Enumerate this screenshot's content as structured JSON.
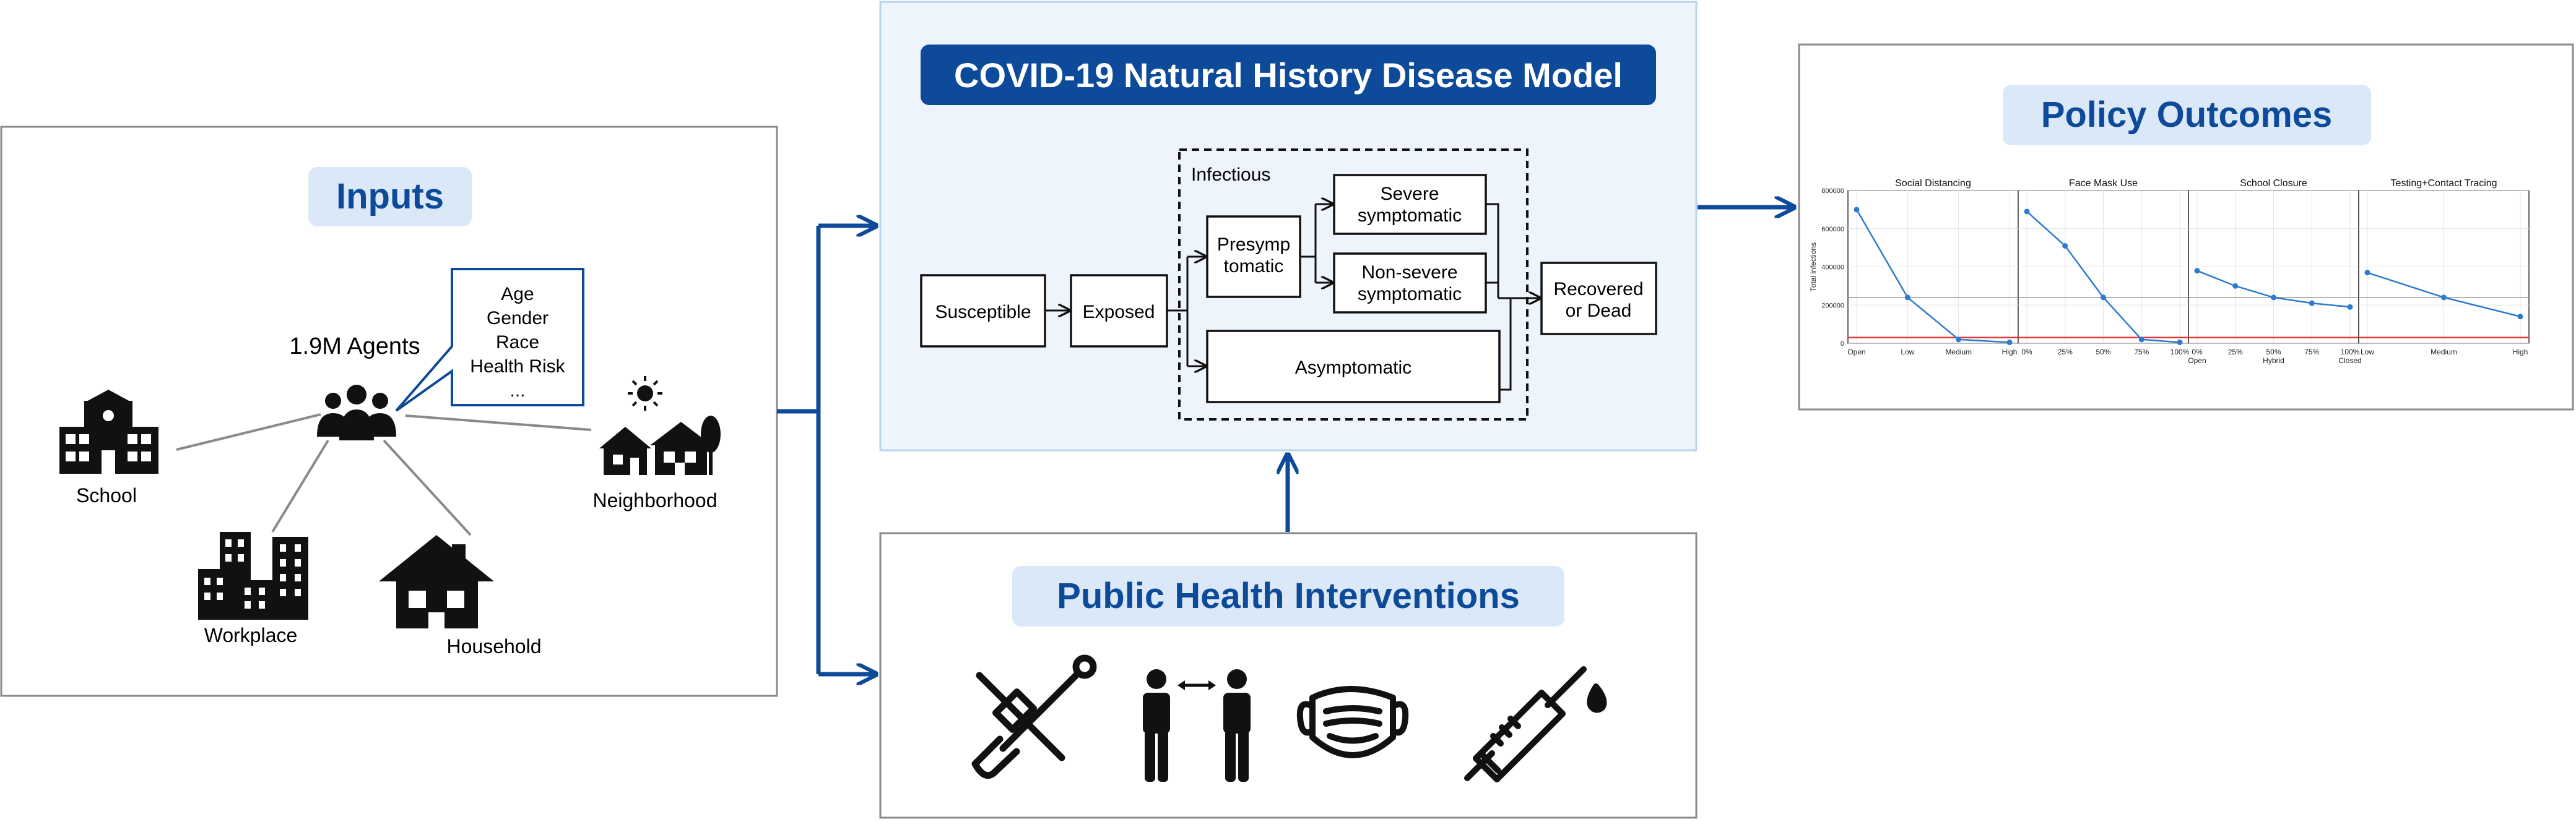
{
  "inputs": {
    "title": "Inputs",
    "agents_label": "1.9M Agents",
    "attributes": [
      "Age",
      "Gender",
      "Race",
      "Health Risk",
      "..."
    ],
    "locations": {
      "school": "School",
      "workplace": "Workplace",
      "household": "Household",
      "neighborhood": "Neighborhood"
    }
  },
  "model": {
    "title": "COVID-19 Natural History Disease Model",
    "infectious_label": "Infectious",
    "states": {
      "susceptible": "Susceptible",
      "exposed": "Exposed",
      "presymptomatic": [
        "Presymp",
        "tomatic"
      ],
      "severe": [
        "Severe",
        "symptomatic"
      ],
      "nonsevere": [
        "Non-severe",
        "symptomatic"
      ],
      "asymptomatic": "Asymptomatic",
      "recovered": [
        "Recovered",
        "or Dead"
      ]
    }
  },
  "interventions": {
    "title": "Public Health Interventions",
    "icons": [
      "test-swab-icon",
      "social-distancing-icon",
      "face-mask-icon",
      "vaccine-syringe-icon"
    ]
  },
  "outcomes": {
    "title": "Policy Outcomes"
  },
  "colors": {
    "accent": "#0d4a9a",
    "title_pill": "#dbe8f7",
    "model_bg": "#eef4fc",
    "line_series": "#2c7bd0",
    "threshold": "#e53935"
  },
  "chart_data": [
    {
      "type": "line",
      "title": "Social Distancing",
      "ylabel": "Total infections",
      "categories": [
        "Open",
        "Low",
        "Medium",
        "High"
      ],
      "values": [
        700000,
        240000,
        20000,
        5000
      ],
      "ylim": [
        0,
        800000
      ],
      "yticks": [
        "0",
        "200000",
        "400000",
        "600000",
        "800000"
      ],
      "threshold": 30000,
      "reference": 240000,
      "grid": true
    },
    {
      "type": "line",
      "title": "Face Mask Use",
      "categories": [
        "0%",
        "25%",
        "50%",
        "75%",
        "100%"
      ],
      "values": [
        690000,
        510000,
        240000,
        20000,
        5000
      ],
      "ylim": [
        0,
        800000
      ],
      "threshold": 30000,
      "reference": 240000,
      "grid": true
    },
    {
      "type": "line",
      "title": "School Closure",
      "categories": [
        "0%",
        "25%",
        "50%",
        "75%",
        "100%"
      ],
      "sublabels": [
        "Open",
        "",
        "Hybrid",
        "",
        "Closed"
      ],
      "values": [
        380000,
        300000,
        240000,
        210000,
        190000
      ],
      "ylim": [
        0,
        800000
      ],
      "threshold": 30000,
      "reference": 240000,
      "grid": true
    },
    {
      "type": "line",
      "title": "Testing+Contact Tracing",
      "categories": [
        "Low",
        "Medium",
        "High"
      ],
      "values": [
        370000,
        240000,
        140000
      ],
      "ylim": [
        0,
        800000
      ],
      "threshold": 30000,
      "reference": 240000,
      "grid": true
    }
  ]
}
